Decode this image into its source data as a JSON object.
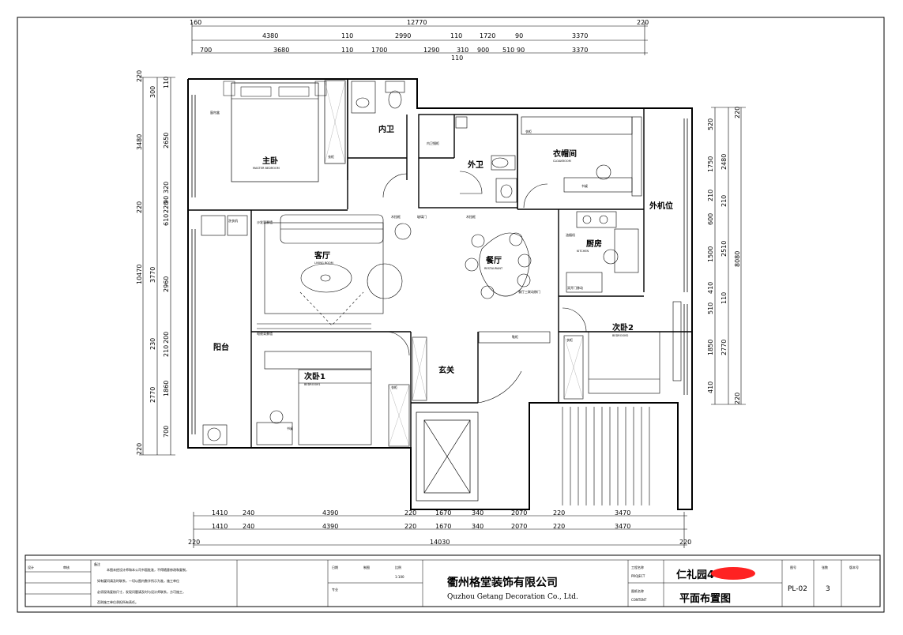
{
  "dimensions": {
    "top_total": "12770",
    "top_left_offset": "160",
    "top_right_offset": "220",
    "top_row1": [
      "4380",
      "110",
      "2990",
      "110",
      "1720",
      "90",
      "3370"
    ],
    "top_row2": [
      "700",
      "3680",
      "110",
      "1700",
      "1290",
      "310",
      "900",
      "510",
      "90",
      "3370"
    ],
    "top_row2_sub": "110",
    "bottom_row1": [
      "1410",
      "240",
      "4390",
      "220",
      "1670",
      "340",
      "2070",
      "220",
      "3470"
    ],
    "bottom_row2": [
      "1410",
      "240",
      "4390",
      "220",
      "1670",
      "340",
      "2070",
      "220",
      "3470"
    ],
    "bottom_total": "14030",
    "bottom_left_offset": "220",
    "bottom_right_offset": "220",
    "left_total": "10470",
    "left_outer": [
      "220",
      "3480",
      "220",
      "3770",
      "230",
      "2770",
      "220"
    ],
    "left_mid": [
      "2960"
    ],
    "left_inner": [
      "110",
      "300",
      "2650",
      "320",
      "90",
      "220",
      "610",
      "210",
      "200",
      "1860",
      "700"
    ],
    "right_total": "8080",
    "right_outer": [
      "220",
      "2480",
      "210",
      "2510",
      "110",
      "2770",
      "220"
    ],
    "right_inner": [
      "520",
      "1750",
      "210",
      "600",
      "1500",
      "410",
      "510",
      "1850",
      "410"
    ]
  },
  "rooms": {
    "master": {
      "cn": "主卧",
      "en": "MASTER BEDROOM"
    },
    "inner_bath": {
      "cn": "内卫"
    },
    "outer_bath": {
      "cn": "外卫"
    },
    "cloakroom": {
      "cn": "衣帽间",
      "en": "CLOAKROOM"
    },
    "outdoor_unit": {
      "cn": "外机位"
    },
    "living": {
      "cn": "客厅",
      "en": "LIVING ROOM"
    },
    "dining": {
      "cn": "餐厅",
      "en": "RESTAURANT"
    },
    "kitchen": {
      "cn": "厨房",
      "en": "KITCHEN"
    },
    "balcony": {
      "cn": "阳台"
    },
    "bedroom1": {
      "cn": "次卧1",
      "en": "BEDROOM1"
    },
    "bedroom2": {
      "cn": "次卧2",
      "en": "BEDROOM2"
    },
    "foyer": {
      "cn": "玄关"
    }
  },
  "labels": {
    "wardrobe": "衣柜",
    "curtain_box": "窗帘盒",
    "desk": "书桌",
    "inner_bath_cabinet": "内卫镜柜",
    "wood_frame": "木挡框",
    "glass_door": "玻璃门",
    "shoe_cabinet": "鞋柜",
    "washer": "洗衣机",
    "range_hood": "油烟机",
    "sliding_door": "双开门移动",
    "tv_wall": "电视背景墙",
    "sofa_wall": "沙发背景墙",
    "kitchen_counter": "灶台台面",
    "dining_door": "餐厅三联动移门"
  },
  "title_block": {
    "company_cn": "衢州格堂装饰有限公司",
    "company_en": "Quzhou Getang Decoration Co., Ltd.",
    "project_label": "工程名称",
    "project_label_en": "PROJECT",
    "project_name": "仁礼园4",
    "drawing_label": "图纸名称",
    "drawing_label_en": "CONTENT",
    "drawing_name": "平面布置图",
    "drawing_no_label": "图号",
    "drawing_no": "PL-02",
    "sheet_label": "张数",
    "sheet_no": "3",
    "scale_label": "比例",
    "scale": "1:100",
    "version_label": "版本号",
    "notes": [
      "本图未经设计师和本公司书面批准，不得随意修改和复制，",
      "如有疑问请及时联系，一切以图内数字所示为准，施工单位",
      "必须现场复核尺寸，发现问题请及时与设计师联系，方可施工，",
      "否则施工单位承担所有责任。"
    ],
    "fields": [
      "设计",
      "审核",
      "日期",
      "制图",
      "专业",
      "备注"
    ]
  }
}
